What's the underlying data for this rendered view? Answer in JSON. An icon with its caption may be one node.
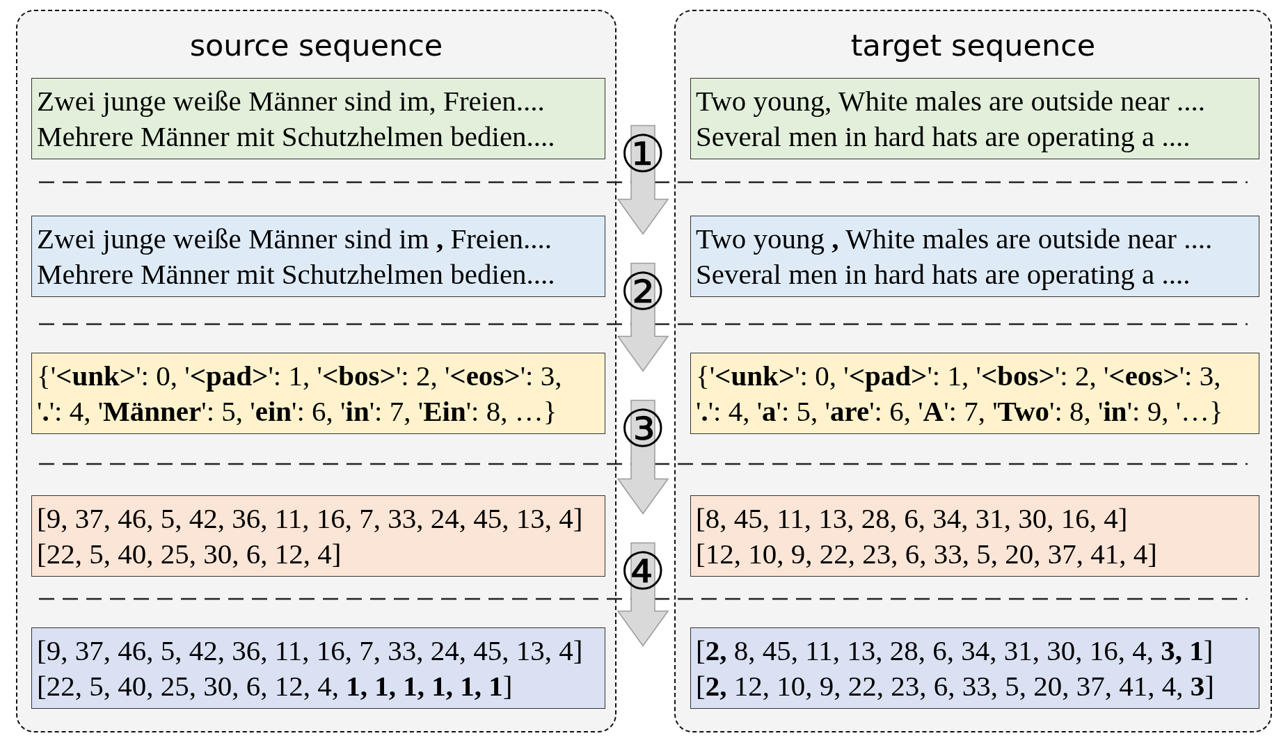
{
  "diagram": {
    "nodes": [
      {
        "text": [
          "source sequence"
        ]
      },
      {
        "text": [
          "Zwei junge weiße Männer sind im, Freien....",
          "Mehrere Männer mit Schutzhelmen bedien...."
        ],
        "in": 0
      },
      {
        "text": [
          "Zwei junge weiße Männer sind im **,** Freien....",
          "Mehrere Männer mit Schutzhelmen bedien...."
        ],
        "in": 0
      },
      {
        "text": [
          "{'**<unk>**': 0, '**<pad>**': 1, '**<bos>**': 2, '**<eos>**': 3, '**.**': 4, '**Männer**': 5, '**ein**': 6, '**in**': 7, '**Ein**': 8, …}"
        ],
        "in": 0
      },
      {
        "text": [
          "[9, 37, 46, 5, 42, 36, 11, 16, 7, 33, 24, 45, 13, 4]",
          "[22, 5, 40, 25, 30, 6, 12, 4]"
        ],
        "in": 0
      },
      {
        "text": [
          "[9, 37, 46, 5, 42, 36, 11, 16, 7, 33, 24, 45, 13, 4]",
          "[22, 5, 40, 25, 30, 6, 12, 4, **1, 1, 1, 1, 1, 1**]"
        ],
        "in": 0
      },
      {
        "text": [
          "target sequence"
        ]
      },
      {
        "text": [
          "Two young, White males are outside near ....",
          "Several men in hard hats are operating a ...."
        ],
        "in": 6
      },
      {
        "text": [
          "Two young **,** White males are outside near ....",
          "Several men in hard hats are operating a ...."
        ],
        "in": 6
      },
      {
        "text": [
          "{'**<unk>**': 0, '**<pad>**': 1, '**<bos>**': 2, '**<eos>**': 3, '**.**': 4, '**a**': 5, '**are**': 6, '**A**': 7, '**Two**': 8, '**in**': 9, '…}"
        ],
        "in": 6
      },
      {
        "text": [
          "[8, 45, 11, 13, 28, 6, 34, 31, 30, 16, 4]",
          "[12, 10, 9, 22, 23, 6, 33, 5, 20, 37, 41, 4]"
        ],
        "in": 6
      },
      {
        "text": [
          "[**2,** 8, 45, 11, 13, 28, 6, 34, 31, 30, 16, 4, **3, 1**]",
          "[**2,** 12, 10, 9, 22, 23, 6, 33, 5, 20, 37, 41, 4, **3**]"
        ],
        "in": 6
      }
    ],
    "edges": [
      {
        "from": 1,
        "to": 2,
        "arrow": "to",
        "label": "①"
      },
      {
        "from": 2,
        "to": 3,
        "arrow": "to",
        "label": "②"
      },
      {
        "from": 3,
        "to": 4,
        "arrow": "to",
        "label": "③"
      },
      {
        "from": 4,
        "to": 5,
        "arrow": "to",
        "label": "④"
      }
    ]
  }
}
